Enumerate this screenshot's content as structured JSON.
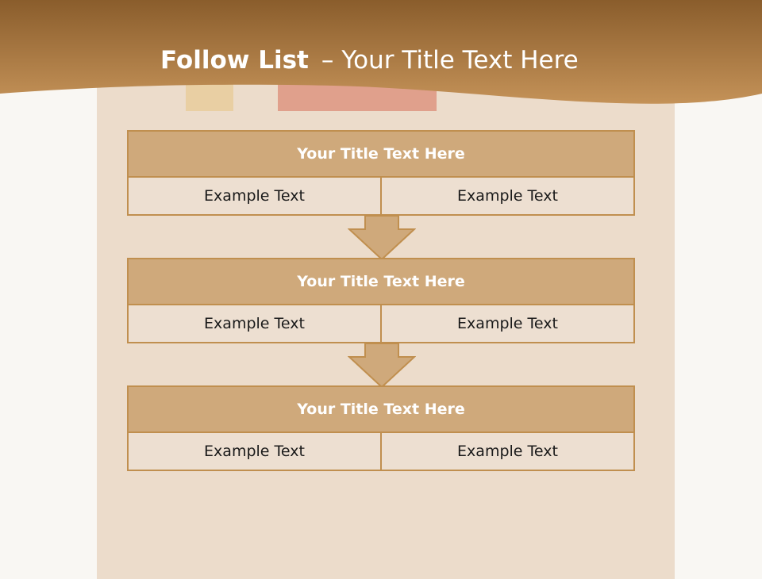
{
  "slide": {
    "title_bold": "Follow List",
    "title_dash": "–",
    "title_rest": "Your Title Text Here"
  },
  "steps": [
    {
      "title": "Your Title Text Here",
      "left": "Example Text",
      "right": "Example Text"
    },
    {
      "title": "Your Title Text Here",
      "left": "Example Text",
      "right": "Example Text"
    },
    {
      "title": "Your Title Text Here",
      "left": "Example Text",
      "right": "Example Text"
    }
  ],
  "colors": {
    "header_dark": "#8a5d2c",
    "header_light": "#c49258",
    "block_head": "#cfa97b",
    "block_body": "#eddfd1",
    "border": "#c08f4f",
    "background": "#f9f7f3"
  }
}
